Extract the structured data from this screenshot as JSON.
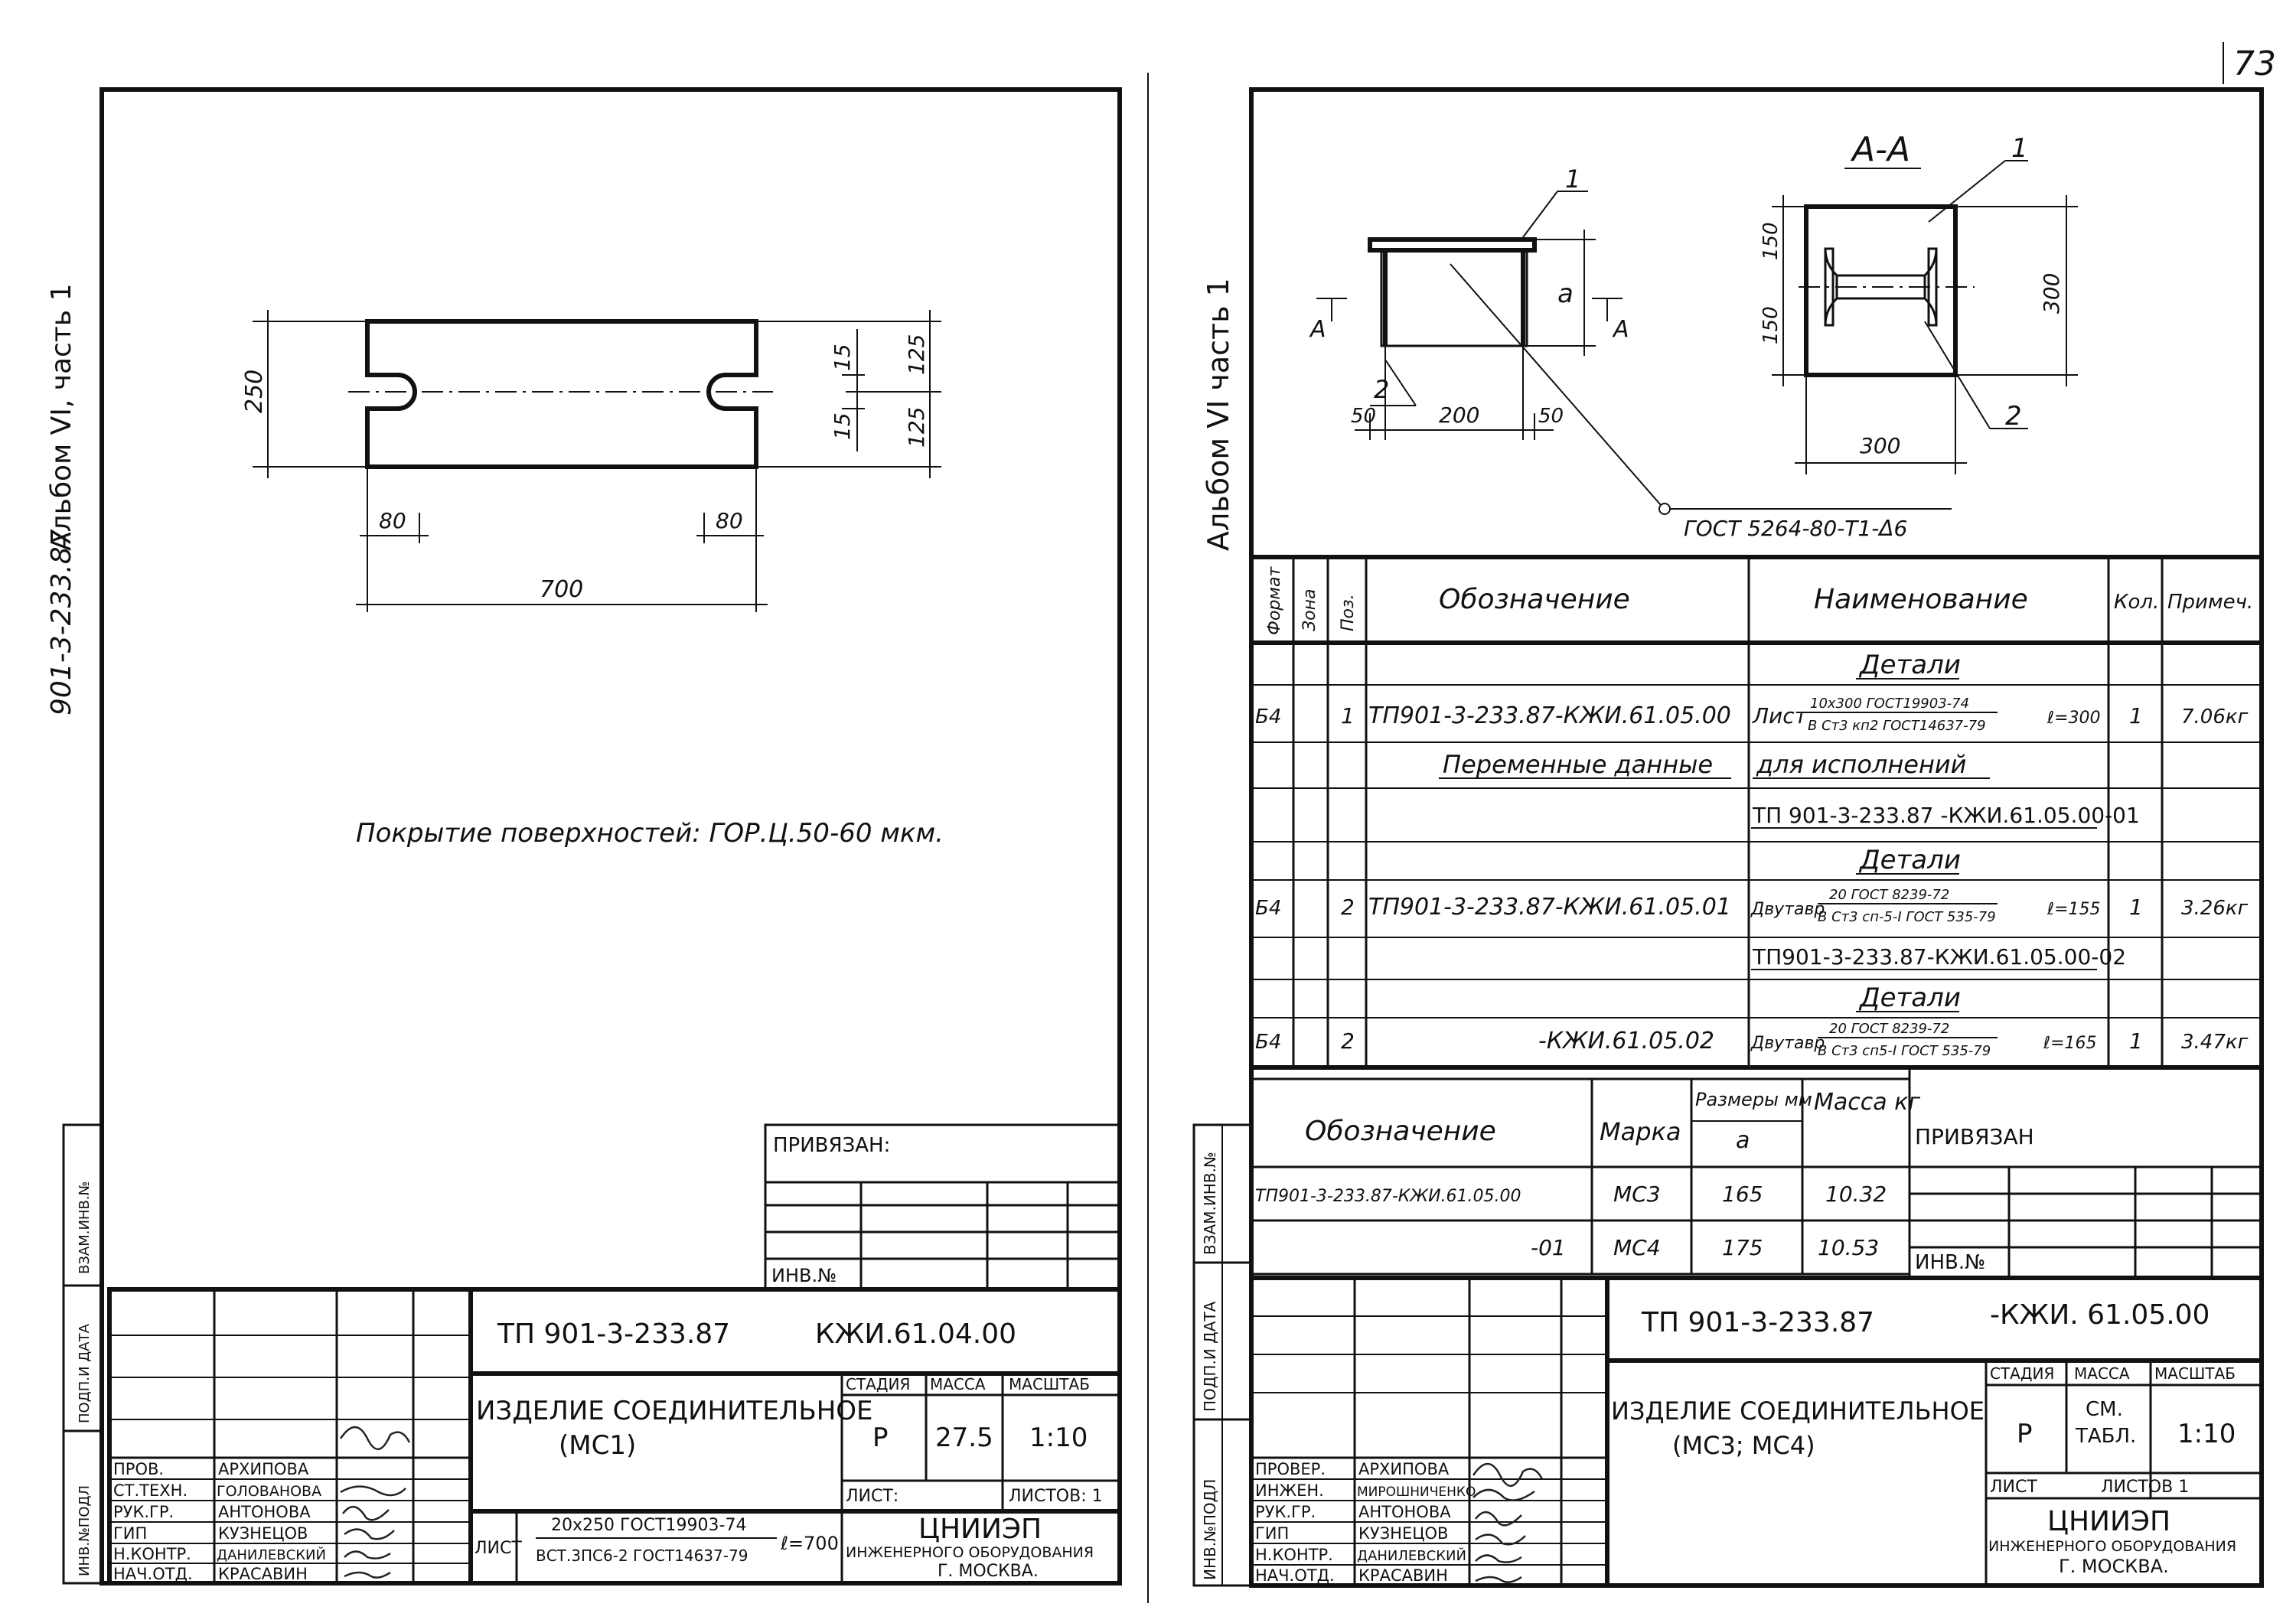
{
  "page_number": "73",
  "left": {
    "album_code": "901-3-233.87",
    "album_label": "Альбом VI, часть 1",
    "drawing": {
      "height": "250",
      "slot": "15",
      "half": "125",
      "slot_depth": "80",
      "length": "700"
    },
    "coating_note": "Покрытие поверхностей: ГОР.Ц.50-60 мкм.",
    "privyazan": "ПРИВЯЗАН:",
    "inv_no": "ИНВ.№",
    "margin_labels": [
      "ВЗАМ.ИНВ.№",
      "ПОДП.И ДАТА",
      "ИНВ.№ПОДЛ"
    ],
    "title_block": {
      "code": "ТП 901-3-233.87",
      "code_suffix": "КЖИ.61.04.00",
      "name_line1": "ИЗДЕЛИЕ СОЕДИНИТЕЛЬНОЕ",
      "name_line2": "(МС1)",
      "stage_head": "СТАДИЯ",
      "mass_head": "МАССА",
      "scale_head": "МАСШТАБ",
      "stage": "Р",
      "mass": "27.5",
      "scale": "1:10",
      "sheet": "ЛИСТ:",
      "sheets": "ЛИСТОВ: 1",
      "material_prefix": "ЛИСТ",
      "material_top": "20х250 ГОСТ19903-74",
      "material_bottom": "ВСТ.3ПС6-2 ГОСТ14637-79",
      "material_length": "ℓ=700",
      "org1": "ЦНИИЭП",
      "org2": "ИНЖЕНЕРНОГО ОБОРУДОВАНИЯ",
      "org3": "Г. МОСКВА.",
      "roles": [
        {
          "role": "ПРОВ.",
          "name": "АРХИПОВА"
        },
        {
          "role": "СТ.ТЕХН.",
          "name": "ГОЛОВАНОВА"
        },
        {
          "role": "РУК.ГР.",
          "name": "АНТОНОВА"
        },
        {
          "role": "ГИП",
          "name": "КУЗНЕЦОВ"
        },
        {
          "role": "Н.КОНТР.",
          "name": "ДАНИЛЕВСКИЙ"
        },
        {
          "role": "НАЧ.ОТД.",
          "name": "КРАСАВИН"
        }
      ]
    }
  },
  "right": {
    "album_label": "Альбом VI часть 1",
    "drawing": {
      "section_title": "А-А",
      "section_mark": "А",
      "dim_a": "а",
      "pos1": "1",
      "pos2": "2",
      "d50a": "50",
      "d200": "200",
      "d50b": "50",
      "d150a": "150",
      "d150b": "150",
      "d300v": "300",
      "d300h": "300",
      "weld": "ГОСТ 5264-80-Т1-Δ6"
    },
    "spec": {
      "headers": [
        "Формат",
        "Зона",
        "Поз.",
        "Обозначение",
        "Наименование",
        "Кол.",
        "Примеч."
      ],
      "rows": [
        {
          "type": "section",
          "name": "Детали"
        },
        {
          "type": "item",
          "format": "Б4",
          "pos": "1",
          "designation": "ТП901-3-233.87-КЖИ.61.05.00",
          "name_prefix": "Лист",
          "name_top": "10х300 ГОСТ19903-74",
          "name_bottom": "В Ст3 кп2 ГОСТ14637-79",
          "name_len": "ℓ=300",
          "qty": "1",
          "note": "7.06кг"
        },
        {
          "type": "variable",
          "designation": "Переменные данные",
          "name": "для исполнений"
        },
        {
          "type": "ref",
          "name": "ТП 901-3-233.87 -КЖИ.61.05.00-01"
        },
        {
          "type": "section",
          "name": "Детали"
        },
        {
          "type": "item",
          "format": "Б4",
          "pos": "2",
          "designation": "ТП901-3-233.87-КЖИ.61.05.01",
          "name_prefix": "Двутавр",
          "name_top": "20 ГОСТ 8239-72",
          "name_bottom": "В Ст3 сп-5-I ГОСТ 535-79",
          "name_len": "ℓ=155",
          "qty": "1",
          "note": "3.26кг"
        },
        {
          "type": "ref",
          "name": "ТП901-3-233.87-КЖИ.61.05.00-02"
        },
        {
          "type": "section",
          "name": "Детали"
        },
        {
          "type": "item",
          "format": "Б4",
          "pos": "2",
          "designation": "-КЖИ.61.05.02",
          "name_prefix": "Двутавр",
          "name_top": "20 ГОСТ 8239-72",
          "name_bottom": "В Ст3 сп5-I ГОСТ 535-79",
          "name_len": "ℓ=165",
          "qty": "1",
          "note": "3.47кг"
        }
      ]
    },
    "variants": {
      "headers": [
        "Обозначение",
        "Марка",
        "Размеры мм",
        "а",
        "Масса кг"
      ],
      "rows": [
        {
          "designation": "ТП901-3-233.87-КЖИ.61.05.00",
          "mark": "МС3",
          "a": "165",
          "mass": "10.32"
        },
        {
          "designation": "-01",
          "mark": "МС4",
          "a": "175",
          "mass": "10.53"
        }
      ]
    },
    "privyazan": "ПРИВЯЗАН",
    "inv_no": "ИНВ.№",
    "margin_labels": [
      "ВЗАМ.ИНВ.№",
      "ПОДП.И ДАТА",
      "ИНВ.№ПОДЛ"
    ],
    "title_block": {
      "code": "ТП 901-3-233.87",
      "code_suffix": "-КЖИ. 61.05.00",
      "name_line1": "ИЗДЕЛИЕ СОЕДИНИТЕЛЬНОЕ",
      "name_line2": "(МС3; МС4)",
      "stage_head": "СТАДИЯ",
      "mass_head": "МАССА",
      "scale_head": "МАСШТАБ",
      "stage": "Р",
      "mass_line1": "СМ.",
      "mass_line2": "ТАБЛ.",
      "scale": "1:10",
      "sheet": "ЛИСТ",
      "sheets": "ЛИСТОВ 1",
      "org1": "ЦНИИЭП",
      "org2": "ИНЖЕНЕРНОГО ОБОРУДОВАНИЯ",
      "org3": "Г. МОСКВА.",
      "roles": [
        {
          "role": "ПРОВЕР.",
          "name": "АРХИПОВА"
        },
        {
          "role": "ИНЖЕН.",
          "name": "МИРОШНИЧЕНКО"
        },
        {
          "role": "РУК.ГР.",
          "name": "АНТОНОВА"
        },
        {
          "role": "ГИП",
          "name": "КУЗНЕЦОВ"
        },
        {
          "role": "Н.КОНТР.",
          "name": "ДАНИЛЕВСКИЙ"
        },
        {
          "role": "НАЧ.ОТД.",
          "name": "КРАСАВИН"
        }
      ]
    }
  }
}
